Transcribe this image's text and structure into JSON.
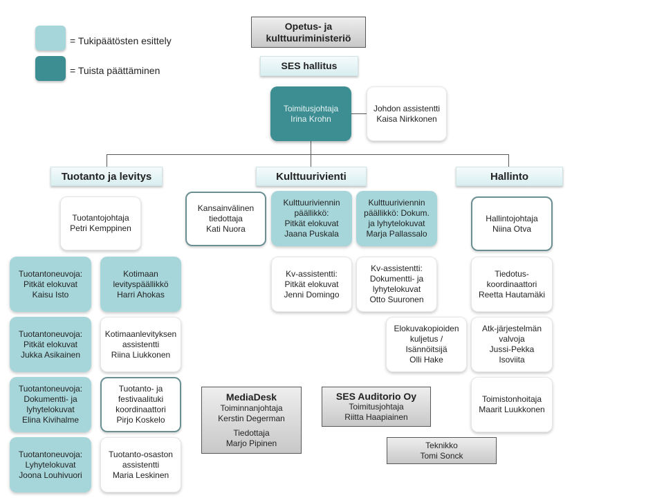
{
  "legend": {
    "support_label": "= Tukipäätösten esittely",
    "decision_label": "= Tuista päättäminen",
    "colors": {
      "light": "#a6d6da",
      "dark": "#3c8e93"
    }
  },
  "top": {
    "ministry": "Opetus- ja kulttuuriministeriö",
    "board": "SES hallitus",
    "ceo": {
      "title": "Toimitusjohtaja",
      "name": "Irina Krohn"
    },
    "assistant": {
      "title": "Johdon assistentti",
      "name": "Kaisa Nirkkonen"
    }
  },
  "departments": {
    "production": "Tuotanto ja levitys",
    "export": "Kulttuurivienti",
    "admin": "Hallinto"
  },
  "production": {
    "director": {
      "title": "Tuotantojohtaja",
      "name": "Petri Kemppinen"
    },
    "left": [
      {
        "l1": "Tuotantoneuvoja:",
        "l2": "Pitkät elokuvat",
        "l3": "Kaisu Isto"
      },
      {
        "l1": "Tuotantoneuvoja:",
        "l2": "Pitkät elokuvat",
        "l3": "Jukka Asikainen"
      },
      {
        "l1": "Tuotantoneuvoja:",
        "l2": "Dokumentti- ja",
        "l3": "lyhytelokuvat",
        "l4": "Elina Kivihalme"
      },
      {
        "l1": "Tuotantoneuvoja:",
        "l2": "Lyhytelokuvat",
        "l3": "Joona Louhivuori"
      }
    ],
    "right": [
      {
        "l1": "Kotimaan",
        "l2": "levityspäällikkö",
        "l3": "Harri Ahokas"
      },
      {
        "l1": "Kotimaanlevityksen",
        "l2": "assistentti",
        "l3": "Riina Liukkonen"
      },
      {
        "l1": "Tuotanto- ja",
        "l2": "festivaalituki",
        "l3": "koordinaattori",
        "l4": "Pirjo Koskelo"
      },
      {
        "l1": "Tuotanto-osaston",
        "l2": "assistentti",
        "l3": "Maria Leskinen"
      }
    ]
  },
  "export": {
    "info": {
      "l1": "Kansainvälinen",
      "l2": "tiedottaja",
      "l3": "Kati Nuora"
    },
    "head_features": {
      "l1": "Kulttuuriviennin",
      "l2": "päällikkö:",
      "l3": "Pitkät elokuvat",
      "l4": "Jaana Puskala"
    },
    "head_docs": {
      "l1": "Kulttuuriviennin",
      "l2": "päällikkö: Dokum.",
      "l3": "ja lyhytelokuvat",
      "l4": "Marja Pallassalo"
    },
    "asst_features": {
      "l1": "Kv-assistentti:",
      "l2": "Pitkät elokuvat",
      "l3": "Jenni Domingo"
    },
    "asst_docs": {
      "l1": "Kv-assistentti:",
      "l2": "Dokumentti- ja",
      "l3": "lyhytelokuvat",
      "l4": "Otto Suuronen"
    },
    "copies": {
      "l1": "Elokuvakopioiden",
      "l2": "kuljetus /",
      "l3": "Isännöitsijä",
      "l4": "Olli Hake"
    }
  },
  "admin": {
    "director": {
      "title": "Hallintojohtaja",
      "name": "Niina Otva"
    },
    "info": {
      "l1": "Tiedotus-",
      "l2": "koordinaattori",
      "l3": "Reetta Hautamäki"
    },
    "it": {
      "l1": "Atk-järjestelmän",
      "l2": "valvoja",
      "l3": "Jussi-Pekka",
      "l4": "Isoviita"
    },
    "office": {
      "l1": "Toimistonhoitaja",
      "l2": "Maarit Luukkonen"
    }
  },
  "mediadesk": {
    "title": "MediaDesk",
    "l1": "Toiminnanjohtaja",
    "l2": "Kerstin Degerman",
    "l3": "Tiedottaja",
    "l4": "Marjo Pipinen"
  },
  "auditorio": {
    "title": "SES Auditorio Oy",
    "l1": "Toimitusjohtaja",
    "l2": "Riitta Haapiainen"
  },
  "tech": {
    "l1": "Teknikko",
    "l2": "Tomi Sonck"
  }
}
